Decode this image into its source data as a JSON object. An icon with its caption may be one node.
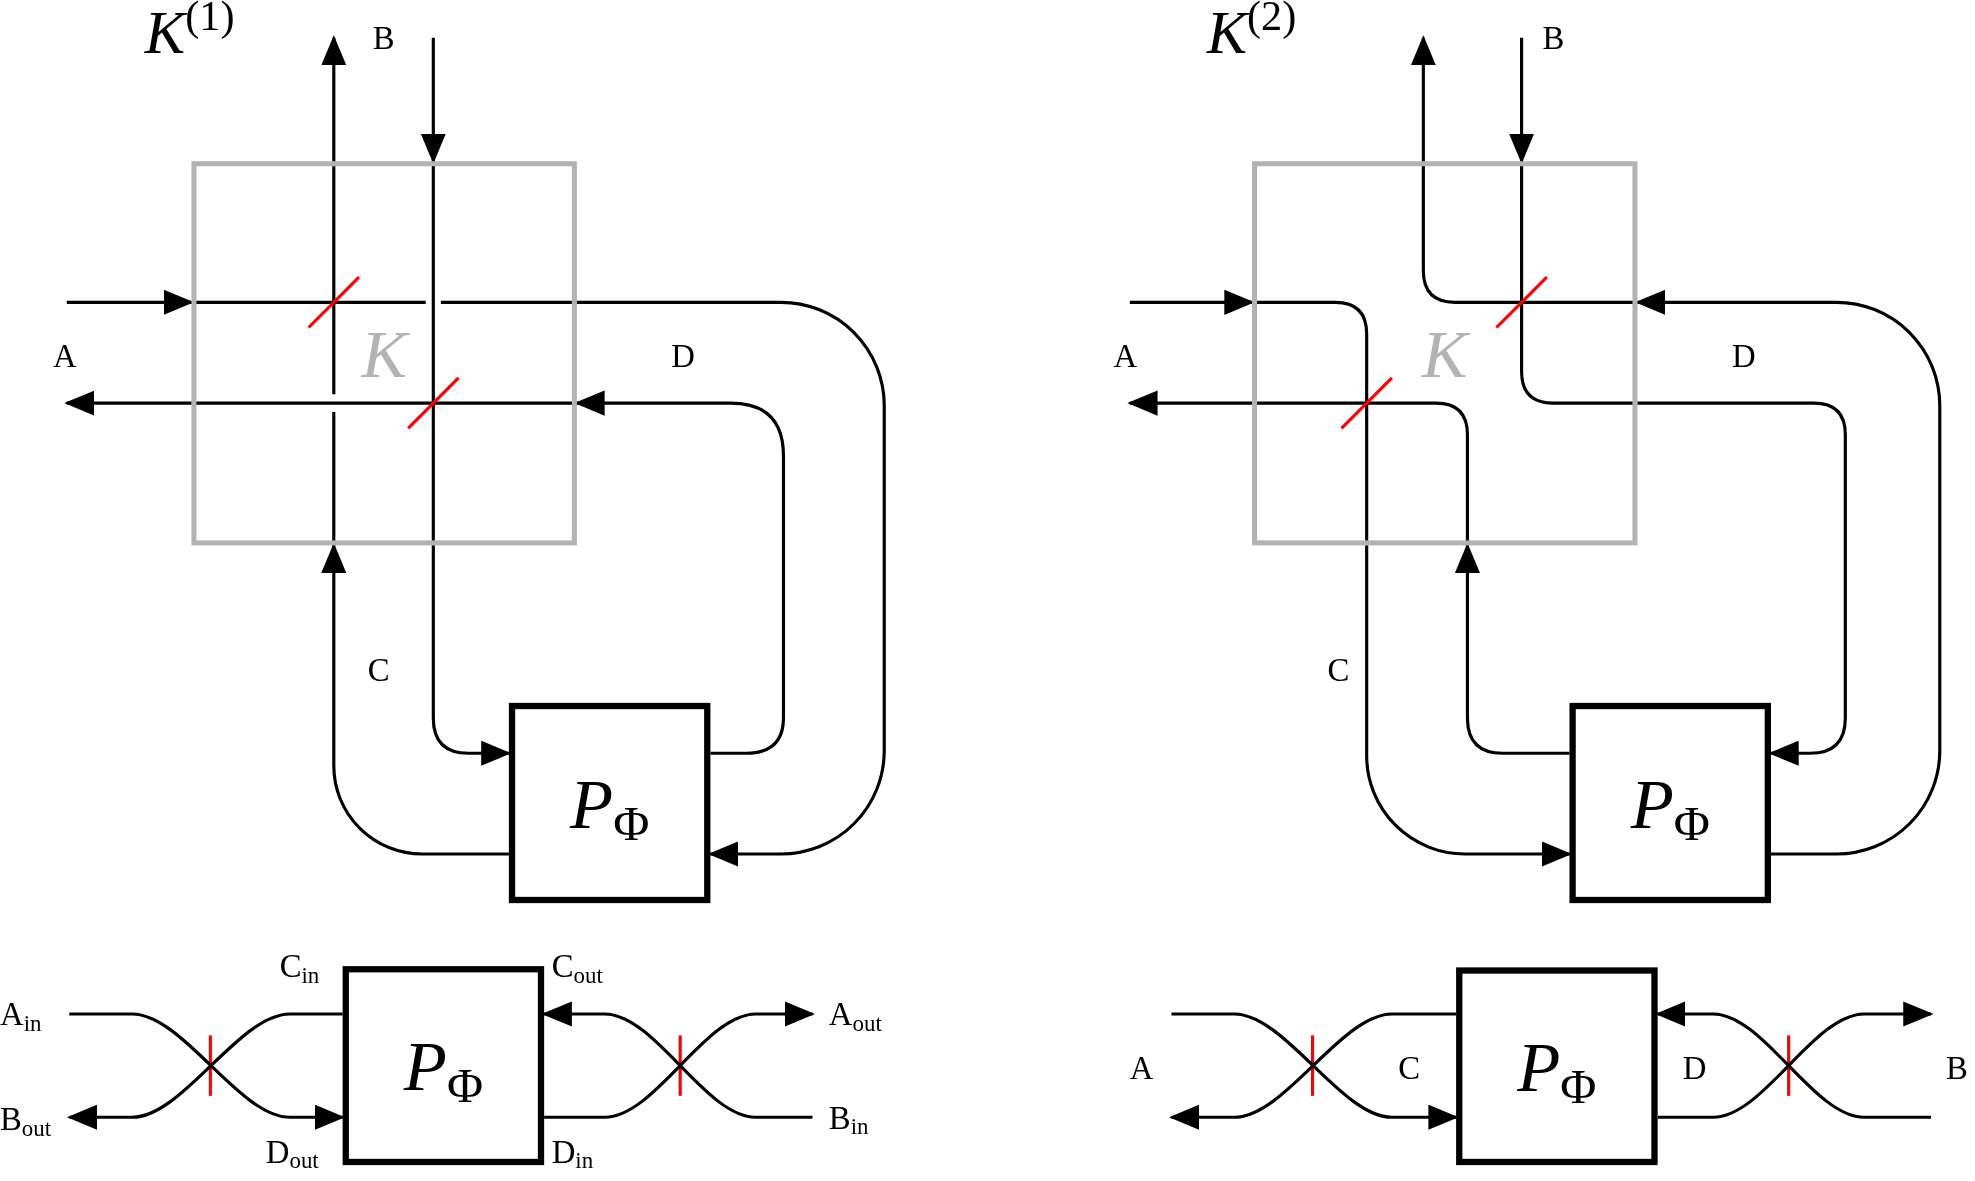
{
  "diagram": {
    "nodes": [
      {
        "text": [
          "K"
        ]
      },
      {
        "text": [
          "*P*$_{Φ}$"
        ]
      },
      {
        "text": [
          "K"
        ]
      },
      {
        "text": [
          "*P*$_{Φ}$"
        ]
      },
      {
        "text": [
          "*P*$_{Φ}$"
        ]
      },
      {
        "text": [
          "*P*$_{Φ}$"
        ]
      },
      {
        "text": [
          "B"
        ]
      },
      {
        "text": [
          "B"
        ]
      },
      {
        "text": [
          "A$_{in}$"
        ]
      },
      {
        "text": [
          "B$_{out}$"
        ]
      },
      {
        "text": [
          "A$_{out}$"
        ]
      },
      {
        "text": [
          "B$_{in}$"
        ]
      }
    ],
    "edges": [
      {
        "from": null,
        "to": 0,
        "arrow": "to"
      },
      {
        "from": 0,
        "to": null,
        "arrow": "to"
      },
      {
        "from": 0,
        "to": 6,
        "arrow": "to"
      },
      {
        "from": 6,
        "to": 0,
        "arrow": "to"
      },
      {
        "from": 0,
        "to": 1,
        "arrow": "to"
      },
      {
        "from": 1,
        "to": 0,
        "arrow": "to"
      },
      {
        "from": 1,
        "to": 0,
        "arrow": "to"
      },
      {
        "from": 0,
        "to": 1,
        "arrow": "to"
      },
      {
        "from": null,
        "to": 2,
        "arrow": "to"
      },
      {
        "from": 2,
        "to": null,
        "arrow": "to"
      },
      {
        "from": 2,
        "to": null,
        "arrow": "to"
      },
      {
        "from": 7,
        "to": 2,
        "arrow": "to"
      },
      {
        "from": 2,
        "to": 3,
        "arrow": "to"
      },
      {
        "from": 3,
        "to": 2,
        "arrow": "to"
      },
      {
        "from": 2,
        "to": 3,
        "arrow": "to"
      },
      {
        "from": 3,
        "to": 2,
        "arrow": "to"
      },
      {
        "from": 8,
        "to": 4,
        "arrow": "to"
      },
      {
        "from": 4,
        "to": 9,
        "arrow": "to"
      },
      {
        "from": 11,
        "to": 4,
        "arrow": "to"
      },
      {
        "from": 4,
        "to": 10,
        "arrow": "to"
      },
      {
        "from": null,
        "to": 5,
        "arrow": "to"
      },
      {
        "from": 5,
        "to": null,
        "arrow": "to"
      },
      {
        "from": null,
        "to": 5,
        "arrow": "to"
      },
      {
        "from": 5,
        "to": null,
        "arrow": "to"
      }
    ],
    "labels": [
      "*K*$^{(1)}$",
      "A",
      "D",
      "C",
      "*K*$^{(2)}$",
      "A",
      "D",
      "C",
      "C$_{in}$",
      "C$_{out}$",
      "D$_{out}$",
      "D$_{in}$",
      "A",
      "C",
      "D",
      "B"
    ]
  }
}
